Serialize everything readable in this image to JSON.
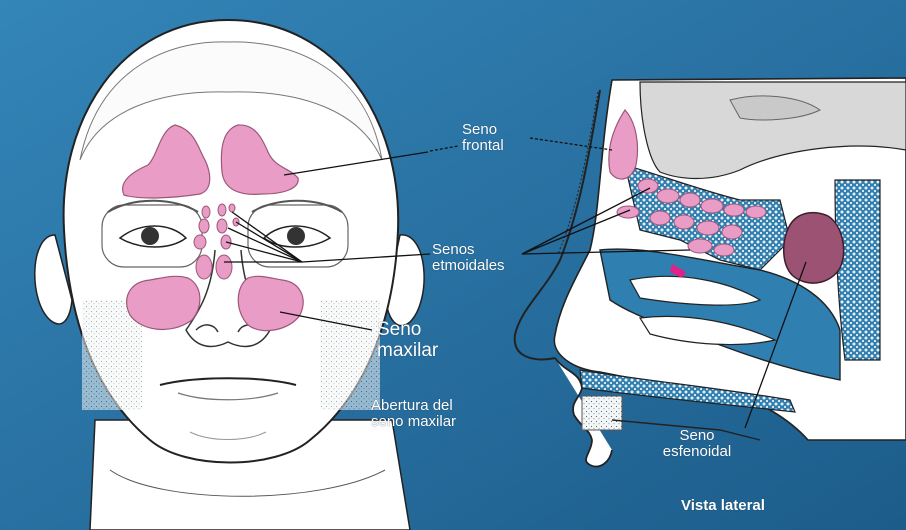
{
  "labels": {
    "frontal": [
      "Seno",
      "frontal"
    ],
    "ethmoid": [
      "Senos",
      "etmoidales"
    ],
    "maxillary": [
      "Seno",
      "maxilar"
    ],
    "opening": [
      "Abertura del",
      "seno maxilar"
    ],
    "sphenoid": [
      "Seno",
      "esfenoidal"
    ],
    "lateral_view": "Vista lateral"
  },
  "colors": {
    "background_top": "#2f7fb0",
    "background_bottom": "#1d5f8e",
    "sinus": "#e99dc6",
    "sinus_dark": "#9c5778",
    "nasal_cavity": "#2f7fb0",
    "line": "#1a1a1a",
    "label_text": "#ffffff"
  }
}
